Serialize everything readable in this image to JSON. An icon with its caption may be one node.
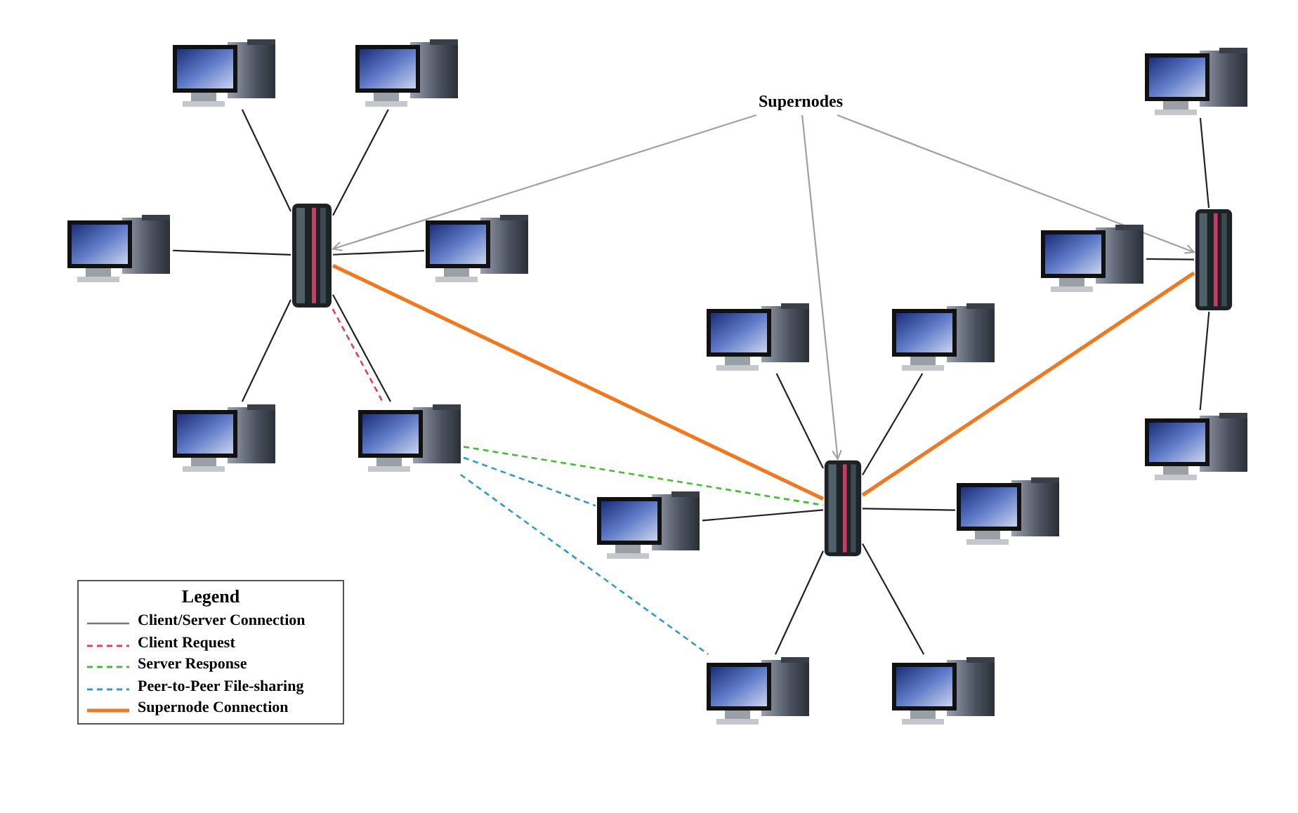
{
  "diagram": {
    "nodes": [
      {
        "text": [
          "Supernodes"
        ]
      },
      {
        "text": [],
        "shape": "picture"
      },
      {
        "text": [],
        "shape": "picture"
      },
      {
        "text": [],
        "shape": "picture"
      },
      {
        "text": [],
        "shape": "picture"
      },
      {
        "text": [],
        "shape": "picture"
      },
      {
        "text": [],
        "shape": "picture"
      },
      {
        "text": [],
        "shape": "picture"
      },
      {
        "text": [],
        "shape": "picture"
      },
      {
        "text": [],
        "shape": "picture"
      },
      {
        "text": [],
        "shape": "picture"
      },
      {
        "text": [],
        "shape": "picture"
      },
      {
        "text": [],
        "shape": "picture"
      },
      {
        "text": [],
        "shape": "picture"
      },
      {
        "text": [],
        "shape": "picture"
      },
      {
        "text": [],
        "shape": "picture"
      },
      {
        "text": [],
        "shape": "picture"
      },
      {
        "text": [],
        "shape": "picture"
      },
      {
        "text": [],
        "shape": "picture"
      }
    ],
    "edges": [
      {
        "from": 0,
        "to": 1,
        "arrow": "to",
        "color": "#a0a0a0"
      },
      {
        "from": 0,
        "to": 3,
        "arrow": "to",
        "color": "#a0a0a0"
      },
      {
        "from": 0,
        "to": 2,
        "arrow": "to",
        "color": "#a0a0a0"
      },
      {
        "from": 1,
        "to": 4,
        "arrow": "none"
      },
      {
        "from": 1,
        "to": 5,
        "arrow": "none"
      },
      {
        "from": 1,
        "to": 7,
        "arrow": "none"
      },
      {
        "from": 1,
        "to": 8,
        "arrow": "none"
      },
      {
        "from": 1,
        "to": 12,
        "arrow": "none"
      },
      {
        "from": 1,
        "to": 13,
        "arrow": "none"
      },
      {
        "from": 2,
        "to": 6,
        "arrow": "none"
      },
      {
        "from": 2,
        "to": 9,
        "arrow": "none"
      },
      {
        "from": 2,
        "to": 14,
        "arrow": "none"
      },
      {
        "from": 3,
        "to": 10,
        "arrow": "none"
      },
      {
        "from": 3,
        "to": 11,
        "arrow": "none"
      },
      {
        "from": 3,
        "to": 15,
        "arrow": "none"
      },
      {
        "from": 3,
        "to": 16,
        "arrow": "none"
      },
      {
        "from": 3,
        "to": 17,
        "arrow": "none"
      },
      {
        "from": 3,
        "to": 18,
        "arrow": "none"
      },
      {
        "from": 1,
        "to": 13,
        "arrow": "none",
        "style": "dashed",
        "color": "#e0405a"
      },
      {
        "from": 13,
        "to": 3,
        "arrow": "none",
        "style": "dashed",
        "color": "#44bb33"
      },
      {
        "from": 13,
        "to": 15,
        "arrow": "none",
        "style": "dashed",
        "color": "#3399cc"
      },
      {
        "from": 13,
        "to": 17,
        "arrow": "none",
        "style": "dashed",
        "color": "#3399cc"
      },
      {
        "from": 1,
        "to": 3,
        "arrow": "none",
        "style": "thick",
        "color": "#f07820"
      },
      {
        "from": 3,
        "to": 2,
        "arrow": "none",
        "style": "thick",
        "color": "#f07820"
      }
    ],
    "labels": [
      "Legend"
    ],
    "legend": [
      {
        "text": "Client/Server Connection"
      },
      {
        "text": "Client Request"
      },
      {
        "text": "Server Response"
      },
      {
        "text": "Peer-to-Peer File-sharing"
      },
      {
        "text": "Supernode Connection"
      }
    ]
  }
}
